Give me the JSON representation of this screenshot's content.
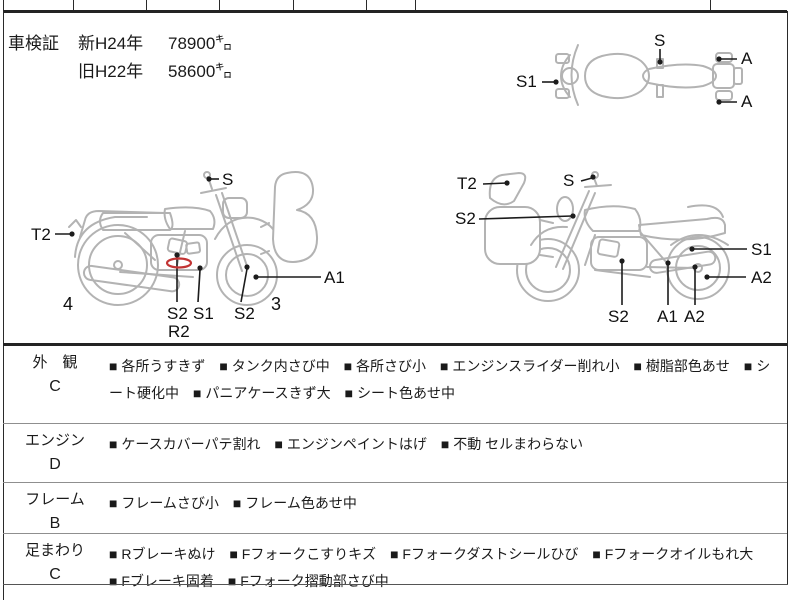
{
  "shaken": {
    "title": "車検証",
    "rows": [
      {
        "era": "新H24年",
        "odo": "78900㌔"
      },
      {
        "era": "旧H22年",
        "odo": "58600㌔"
      }
    ]
  },
  "diagrams": {
    "top_view": {
      "s1": "S1",
      "s": "S",
      "a_upper": "A",
      "a_lower": "A"
    },
    "left_view": {
      "t2": "T2",
      "s": "S",
      "a1": "A1",
      "num_rear": "4",
      "num_front": "3",
      "s2_engine": "S2",
      "s1": "S1",
      "r2": "R2",
      "s2_fork": "S2"
    },
    "right_view": {
      "t2": "T2",
      "s": "S",
      "s2_front": "S2",
      "s1": "S1",
      "a2_wheel": "A2",
      "s2_engine": "S2",
      "a1": "A1",
      "a2_exhaust": "A2"
    }
  },
  "condition": {
    "bullet": "■",
    "rows": [
      {
        "category": "外　観",
        "grade": "C",
        "items": [
          "各所うすきず",
          "タンク内さび中",
          "各所さび小",
          "エンジンスライダー削れ小",
          "樹脂部色あせ",
          "シート硬化中",
          "パニアケースきず大",
          "シート色あせ中"
        ]
      },
      {
        "category": "エンジン",
        "grade": "D",
        "items": [
          "ケースカバーパテ割れ",
          "エンジンペイントはげ",
          "不動 セルまわらない"
        ]
      },
      {
        "category": "フレーム",
        "grade": "B",
        "items": [
          "フレームさび小",
          "フレーム色あせ中"
        ]
      },
      {
        "category": "足まわり",
        "grade": "C",
        "items": [
          "Rブレーキぬけ",
          "Fフォークこすりキズ",
          "Fフォークダストシールひび",
          "Fフォークオイルもれ大",
          "Fブレーキ固着",
          "Fフォーク摺動部さび中"
        ]
      }
    ]
  },
  "colors": {
    "repair_mark": "#c23434",
    "leader_line": "#1c1c1c",
    "bike_outline": "#b3b3b3",
    "border": "#2a2a2a"
  }
}
